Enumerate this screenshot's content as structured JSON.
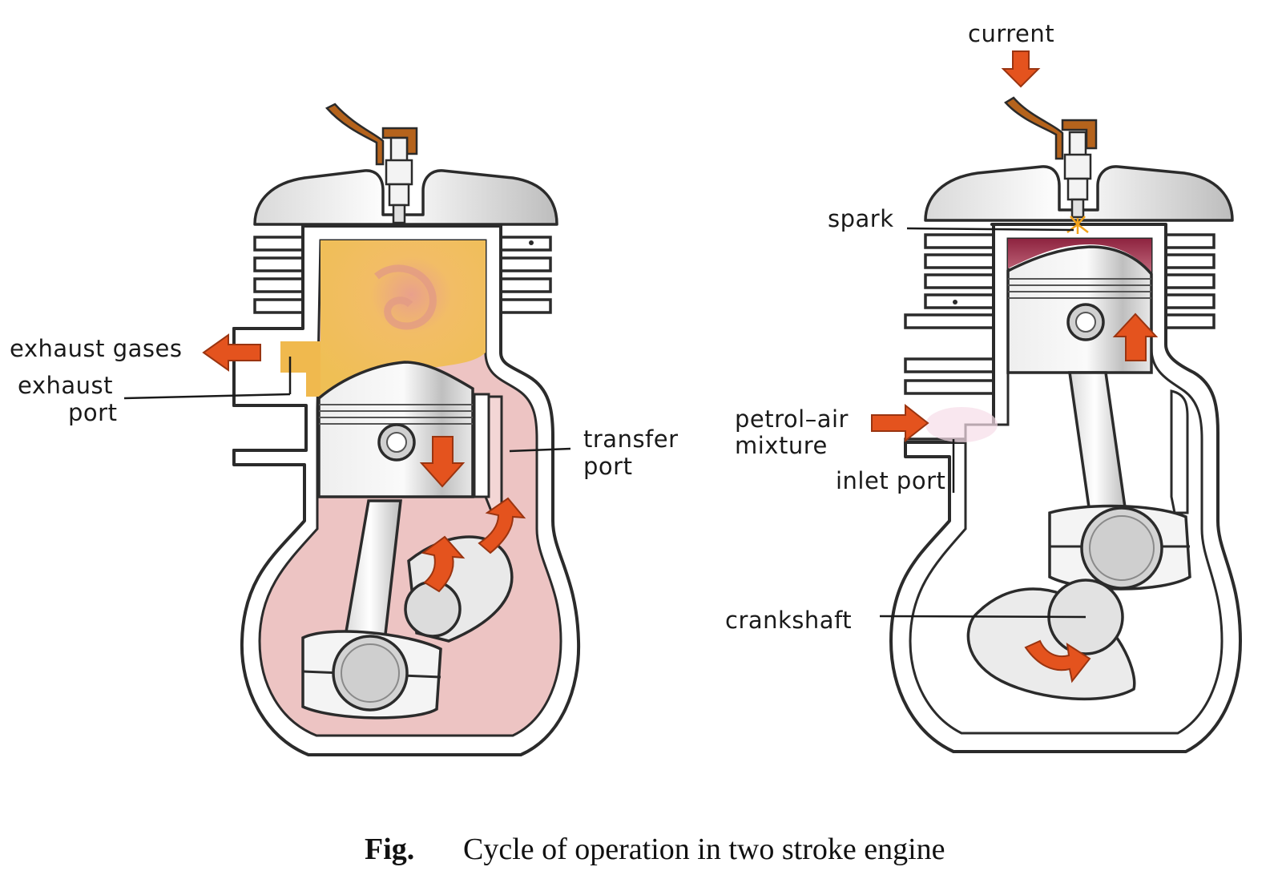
{
  "labels": {
    "exhaust_gases": "exhaust gases",
    "exhaust_port_1": "exhaust",
    "exhaust_port_2": "port",
    "transfer_port_1": "transfer",
    "transfer_port_2": "port",
    "current": "current",
    "spark": "spark",
    "petrol_air_1": "petrol–air",
    "petrol_air_2": "mixture",
    "inlet_port": "inlet port",
    "crankshaft": "crankshaft"
  },
  "caption": {
    "prefix": "Fig.",
    "text": "Cycle of operation in two stroke engine"
  },
  "colors": {
    "arrow": "#e4531e",
    "exhaust_gas": "#f0b94e",
    "crankcase_mixture": "#edc4c3",
    "combustion": "#a8344e",
    "metal": "#e6e6e6"
  }
}
